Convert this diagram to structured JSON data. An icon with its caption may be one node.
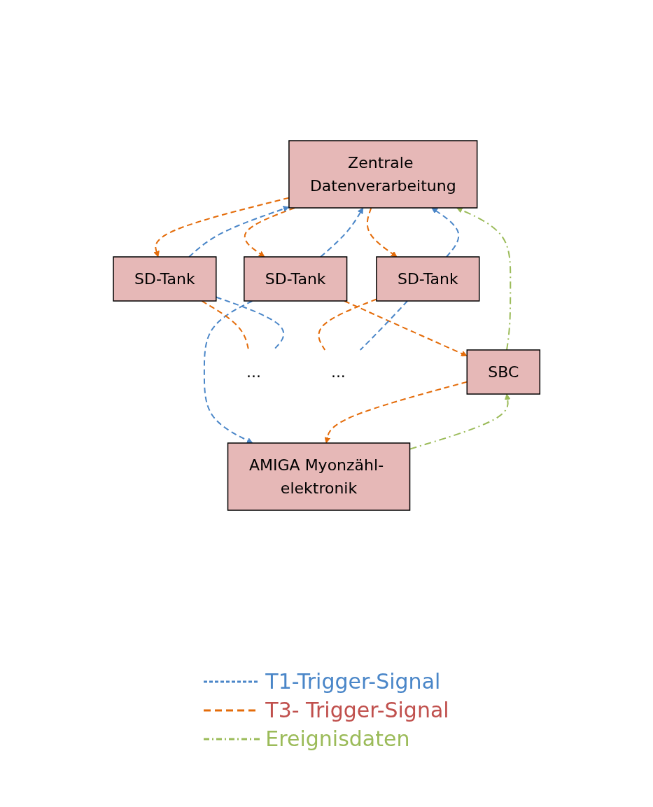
{
  "diagram": {
    "nodes": [
      {
        "text": [
          "Zentrale Datenverarbeitung"
        ]
      },
      {
        "text": [
          "SD-Tank"
        ]
      },
      {
        "text": [
          "SD-Tank"
        ]
      },
      {
        "text": [
          "SD-Tank"
        ]
      },
      {
        "text": [
          "SBC"
        ]
      },
      {
        "text": [
          "AMIGA Myonzähl- elektronik"
        ]
      },
      {
        "text": [
          "..."
        ]
      },
      {
        "text": [
          "..."
        ]
      }
    ],
    "edges": [
      {
        "from": 0,
        "to": 1,
        "arrow": "to",
        "style": "dashed",
        "color": "#e46c0a"
      },
      {
        "from": 1,
        "to": 0,
        "arrow": "to",
        "style": "dashed",
        "color": "#4a86c8"
      },
      {
        "from": 0,
        "to": 2,
        "arrow": "to",
        "style": "dashed",
        "color": "#e46c0a"
      },
      {
        "from": 2,
        "to": 0,
        "arrow": "to",
        "style": "dashed",
        "color": "#4a86c8"
      },
      {
        "from": 0,
        "to": 3,
        "arrow": "to",
        "style": "dashed",
        "color": "#e46c0a"
      },
      {
        "from": 3,
        "to": 0,
        "arrow": "to",
        "style": "dashed",
        "color": "#4a86c8"
      },
      {
        "from": 1,
        "to": 4,
        "arrow": "to",
        "style": "dashed",
        "color": "#e46c0a"
      },
      {
        "from": 1,
        "to": 5,
        "arrow": "to",
        "style": "dashed",
        "color": "#4a86c8"
      },
      {
        "from": 4,
        "to": 5,
        "arrow": "to",
        "style": "dashed",
        "color": "#e46c0a"
      },
      {
        "from": 4,
        "to": 0,
        "arrow": "to",
        "style": "dashed",
        "color": "#9bbb59"
      },
      {
        "from": 5,
        "to": 4,
        "arrow": "to",
        "style": "dashed",
        "color": "#9bbb59"
      },
      {
        "from": 2,
        "to": 6,
        "arrow": "none",
        "style": "dashed",
        "color": "#e46c0a"
      },
      {
        "from": 2,
        "to": 6,
        "arrow": "none",
        "style": "dashed",
        "color": "#4a86c8"
      },
      {
        "from": 3,
        "to": 7,
        "arrow": "none",
        "style": "dashed",
        "color": "#e46c0a"
      },
      {
        "from": 3,
        "to": 7,
        "arrow": "none",
        "style": "dashed",
        "color": "#4a86c8"
      }
    ],
    "legend": [
      {
        "text": "T1-Trigger-Signal"
      },
      {
        "text": "T3- Trigger-Signal"
      },
      {
        "text": "Ereignisdaten"
      }
    ]
  }
}
